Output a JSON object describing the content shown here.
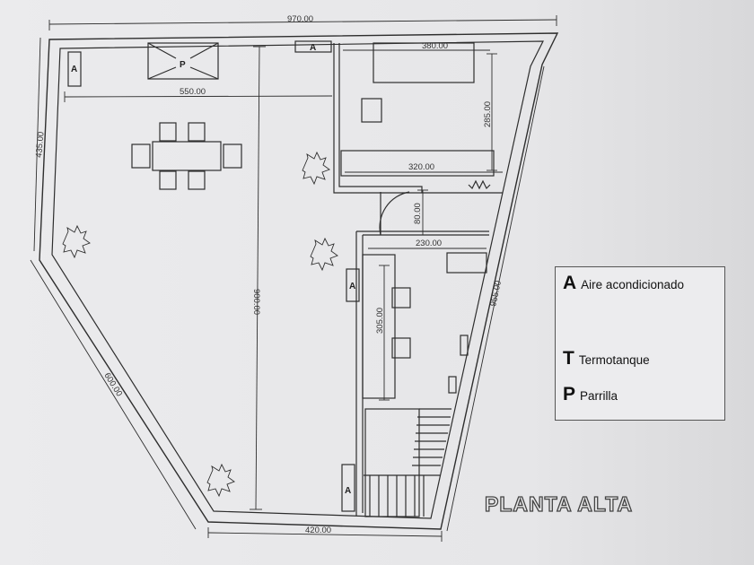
{
  "plan": {
    "title": "PLANTA ALTA",
    "dimensions": {
      "top_width": "970.00",
      "terrace_width": "550.00",
      "left_upper_height": "435.00",
      "left_diagonal": "600.00",
      "terrace_height": "900.00",
      "bottom_width": "420.00",
      "right_diagonal": "955.00",
      "room_width": "380.00",
      "room_height": "285.00",
      "counter_width": "320.00",
      "door_depth": "80.00",
      "kitchen_width": "230.00",
      "kitchen_height": "305.00"
    },
    "symbols": {
      "ac": "A",
      "grill": "P"
    }
  },
  "legend": {
    "items": [
      {
        "letter": "A",
        "label": "Aire acondicionado"
      },
      {
        "letter": "T",
        "label": "Termotanque"
      },
      {
        "letter": "P",
        "label": "Parrilla"
      }
    ]
  },
  "colors": {
    "line": "#2e2e2e",
    "paper": "#ebebed"
  }
}
